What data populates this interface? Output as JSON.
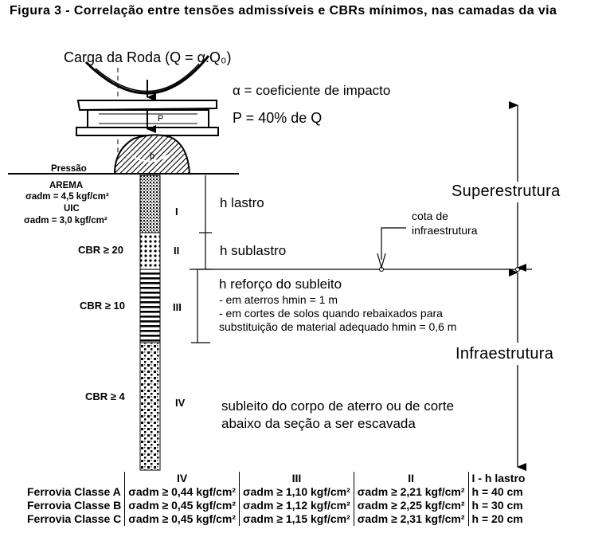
{
  "figure": {
    "title": "Figura 3 - Correlação entre tensões admissíveis e CBRs mínimos, nas camadas da via"
  },
  "top": {
    "load_label": "Carga da Roda (Q = α.Q₀)",
    "alpha_label": "α = coeficiente de impacto",
    "p_label": "P = 40% de Q",
    "p_symbol": "P",
    "b_symbol": "b"
  },
  "pressure": {
    "label": "Pressão",
    "arema_label": "AREMA",
    "arema_value": "σadm = 4,5 kgf/cm²",
    "uic_label": "UIC",
    "uic_value": "σadm = 3,0 kgf/cm²"
  },
  "layers": [
    {
      "roman": "I",
      "cbr": "",
      "label": "h lastro"
    },
    {
      "roman": "II",
      "cbr": "CBR ≥ 20",
      "label": "h sublastro"
    },
    {
      "roman": "III",
      "cbr": "CBR ≥ 10",
      "label": "h reforço do subleito"
    },
    {
      "roman": "IV",
      "cbr": "CBR ≥ 4",
      "label_line1": "subleito do corpo de aterro ou de corte",
      "label_line2": "abaixo da seção a ser escavada"
    }
  ],
  "reforco_notes": [
    "- em aterros hmin = 1 m",
    "- em cortes de solos quando rebaixados para",
    "substituição de material adequado hmin = 0,6 m"
  ],
  "cota": {
    "line1": "cota de",
    "line2": "infraestrutura"
  },
  "structure": {
    "superestrutura": "Superestrutura",
    "infraestrutura": "Infraestrutura"
  },
  "table": {
    "headers": [
      "",
      "IV",
      "III",
      "II",
      "I - h lastro"
    ],
    "rows": [
      [
        "Ferrovia Classe A",
        "σadm ≥ 0,44 kgf/cm²",
        "σadm ≥ 1,10 kgf/cm²",
        "σadm ≥ 2,21 kgf/cm²",
        "h = 40 cm"
      ],
      [
        "Ferrovia Classe B",
        "σadm ≥ 0,45 kgf/cm²",
        "σadm ≥ 1,12 kgf/cm²",
        "σadm ≥ 2,25 kgf/cm²",
        "h = 30 cm"
      ],
      [
        "Ferrovia Classe C",
        "σadm ≥ 0,45 kgf/cm²",
        "σadm ≥ 1,15 kgf/cm²",
        "σadm ≥ 2,31 kgf/cm²",
        "h = 20 cm"
      ]
    ]
  }
}
